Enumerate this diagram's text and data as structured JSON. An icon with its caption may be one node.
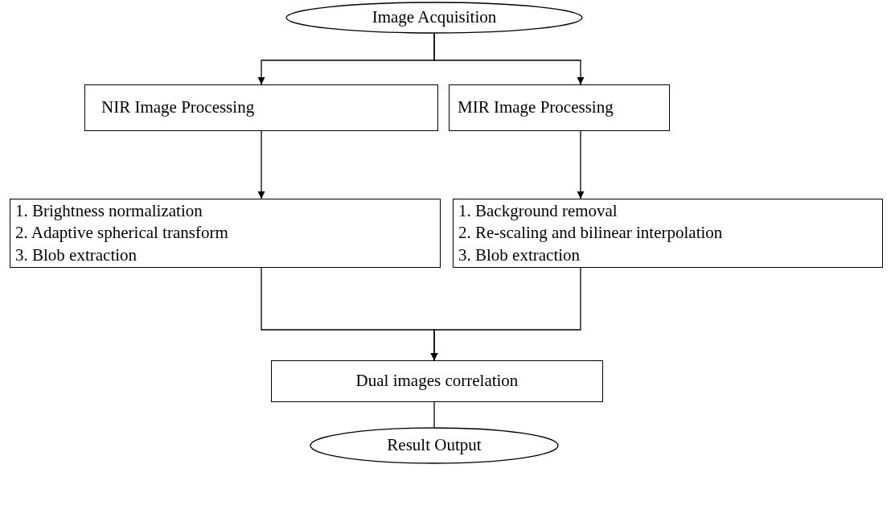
{
  "diagram": {
    "nodes": [
      {
        "text": [
          "Image Acquisition"
        ]
      },
      {
        "text": [
          "NIR Image Processing"
        ]
      },
      {
        "text": [
          "MIR Image Processing"
        ]
      },
      {
        "text": [
          "1. Brightness normalization",
          "2. Adaptive spherical transform",
          "3. Blob extraction"
        ]
      },
      {
        "text": [
          "1. Background removal",
          "2. Re-scaling and bilinear interpolation",
          "3. Blob extraction"
        ]
      },
      {
        "text": [
          "Dual images correlation"
        ]
      },
      {
        "text": [
          "Result Output"
        ]
      }
    ],
    "edges": [
      {
        "from": 0,
        "to": 1,
        "arrow": "to"
      },
      {
        "from": 0,
        "to": 2,
        "arrow": "to"
      },
      {
        "from": 1,
        "to": 3,
        "arrow": "to"
      },
      {
        "from": 2,
        "to": 4,
        "arrow": "to"
      },
      {
        "from": 3,
        "to": 5,
        "arrow": "to"
      },
      {
        "from": 4,
        "to": 5,
        "arrow": "to"
      },
      {
        "from": 5,
        "to": 6,
        "arrow": "none"
      }
    ]
  }
}
